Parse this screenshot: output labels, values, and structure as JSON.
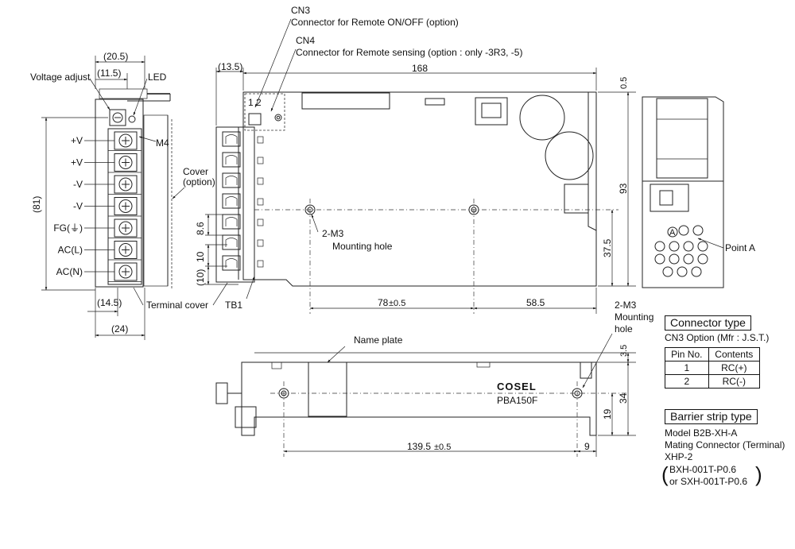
{
  "labels": {
    "cn3_title": "CN3",
    "cn3_desc": "Connector for Remote ON/OFF (option)",
    "cn4_title": "CN4",
    "cn4_desc": "Connector for Remote sensing (option : only -3R3, -5)",
    "voltage_adjust": "Voltage adjust",
    "led": "LED",
    "m4": "M4",
    "cover": "Cover",
    "cover_option": "(option)",
    "terminal_cover": "Terminal cover",
    "tb1": "TB1",
    "mounting_m3": "2-M3",
    "mounting_hole": "Mounting hole",
    "mounting_hole_short": "Mounting",
    "hole": "hole",
    "point_a": "Point A",
    "circle_a": "A",
    "name_plate": "Name plate",
    "brand": "COSEL",
    "model": "PBA150F",
    "pins": "1 2",
    "terminals": [
      "+V",
      "+V",
      "-V",
      "-V",
      "FG(⏚)",
      "AC(L)",
      "AC(N)"
    ]
  },
  "dimensions": {
    "d20_5": "(20.5)",
    "d11_5": "(11.5)",
    "d81": "(81)",
    "d14_5": "(14.5)",
    "d24": "(24)",
    "d13_5": "(13.5)",
    "d168": "168",
    "d0_5": "0.5",
    "d93": "93",
    "d37_5": "37.5",
    "d8_6": "8.6",
    "d10": "10",
    "d10p": "(10)",
    "d78": "78",
    "d78_tol": "±0.5",
    "d58_5": "58.5",
    "d3_5": "3.5",
    "d34": "34",
    "d19": "19",
    "d139_5": "139.5",
    "d139_tol": "±0.5",
    "d9": "9"
  },
  "connector_table": {
    "title": "Connector type",
    "subtitle": "CN3 Option (Mfr : J.S.T.)",
    "headers": [
      "Pin No.",
      "Contents"
    ],
    "rows": [
      [
        "1",
        "RC(+)"
      ],
      [
        "2",
        "RC(-)"
      ]
    ]
  },
  "barrier": {
    "title": "Barrier strip type",
    "lines": [
      "Model B2B-XH-A",
      "Mating Connector (Terminal)",
      "XHP-2",
      "BXH-001T-P0.6",
      "or SXH-001T-P0.6"
    ]
  }
}
